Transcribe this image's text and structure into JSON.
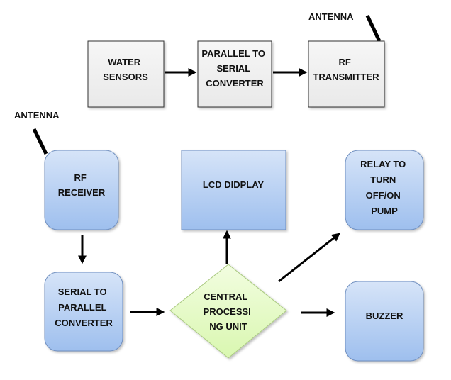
{
  "colors": {
    "gray_box_fill": "#f2f2f2",
    "blue_box_fill": "#b4cdf2",
    "diamond_fill": "#e5fbc8",
    "line": "#000000"
  },
  "antennas": {
    "transmitter": "ANTENNA",
    "receiver": "ANTENNA"
  },
  "blocks": {
    "water_sensors": [
      "WATER",
      "SENSORS"
    ],
    "parallel_to_serial": [
      "PARALLEL TO",
      "SERIAL",
      "CONVERTER"
    ],
    "rf_transmitter": [
      "RF",
      "TRANSMITTER"
    ],
    "rf_receiver": [
      "RF",
      "RECEIVER"
    ],
    "lcd_display": [
      "LCD DIDPLAY"
    ],
    "relay": [
      "RELAY TO",
      "TURN",
      "OFF/ON",
      "PUMP"
    ],
    "serial_to_parallel": [
      "SERIAL TO",
      "PARALLEL",
      "CONVERTER"
    ],
    "cpu": [
      "CENTRAL",
      "PROCESSI",
      "NG UNIT"
    ],
    "buzzer": [
      "BUZZER"
    ]
  }
}
